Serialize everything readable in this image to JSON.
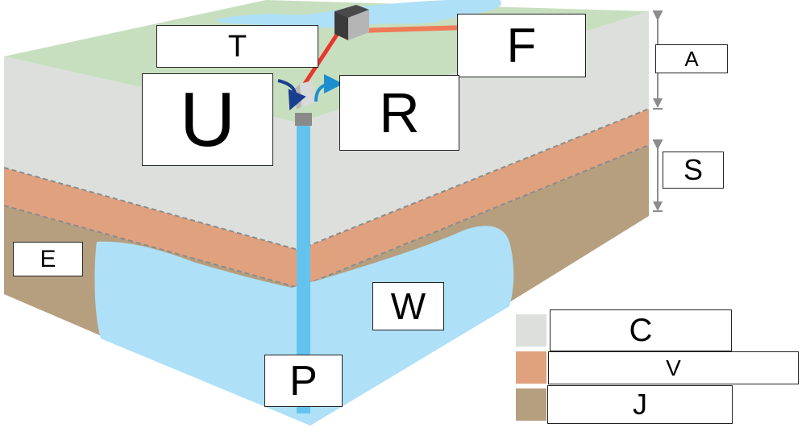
{
  "labels": {
    "T": "T",
    "F": "F",
    "A": "A",
    "U": "U",
    "R": "R",
    "S": "S",
    "E": "E",
    "W": "W",
    "P": "P",
    "C": "C",
    "V": "V",
    "J": "J"
  },
  "legend": [
    {
      "key": "C",
      "color": "#dcdfdc"
    },
    {
      "key": "V",
      "color": "#e0a17f"
    },
    {
      "key": "J",
      "color": "#b59f7f"
    }
  ],
  "colors": {
    "surface": "#c7dfbf",
    "top_layer": "#dcdfdc",
    "middle_layer": "#e0a17f",
    "bottom_layer": "#b59f7f",
    "water": "#aee0f7",
    "well_pipe": "#63c3ee",
    "pipe_red": "#e8362f",
    "pipe_orange": "#ee7a57",
    "arrow_dark": "#1b3f8f",
    "arrow_light": "#1c8fd0",
    "bracket": "#8c8c8c"
  },
  "icons": [
    "pump-house-icon",
    "wellhead-icon",
    "inflow-arrow-icon",
    "outflow-arrow-icon"
  ]
}
